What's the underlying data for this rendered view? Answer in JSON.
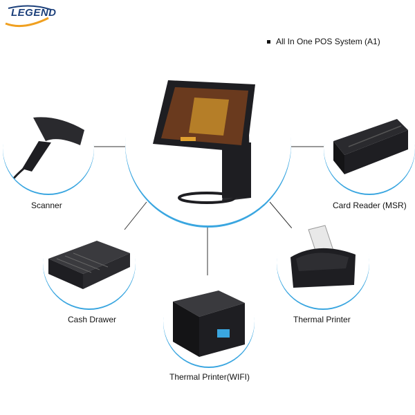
{
  "brand": {
    "logo_text": "LEGEND"
  },
  "header": {
    "title": "All In One POS System (A1)"
  },
  "colors": {
    "accent": "#3aa6e0",
    "device": "#1e1e22",
    "logo_blue": "#1b3f7a",
    "logo_orange": "#f0a020"
  },
  "center": {
    "device_name": "pos-terminal"
  },
  "peripherals": [
    {
      "label": "Scanner"
    },
    {
      "label": "Card Reader (MSR)"
    },
    {
      "label": "Cash Drawer"
    },
    {
      "label": "Thermal Printer"
    },
    {
      "label": "Thermal Printer(WIFI)"
    }
  ]
}
